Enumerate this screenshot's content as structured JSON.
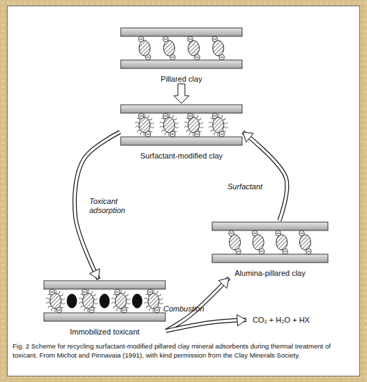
{
  "diagram": {
    "caption": "Fig. 2 Scheme for recycling surfactant-modified pillared clay mineral adsorbents during thermal treatment of toxicant. From Michot and Pinnavaia (1991), with kind permission from the Clay Minerals Society.",
    "nodes": [
      {
        "text": [
          "Pillared clay"
        ]
      },
      {
        "text": [
          "Surfactant-modified clay"
        ]
      },
      {
        "text": [
          "Alumina-pillared clay"
        ]
      },
      {
        "text": [
          "Immobilized toxicant"
        ]
      },
      {
        "text": [
          "CO₂ + H₂O + HX"
        ]
      }
    ],
    "edges": [
      {
        "from": 0,
        "to": 1,
        "arrow": "to"
      },
      {
        "from": 1,
        "to": 3,
        "arrow": "to",
        "label": "Toxicant adsorption"
      },
      {
        "from": 3,
        "to": 2,
        "arrow": "to",
        "label": "Combustion"
      },
      {
        "from": 3,
        "to": 4,
        "arrow": "to"
      },
      {
        "from": 2,
        "to": 1,
        "arrow": "to",
        "label": "Surfactant"
      }
    ]
  }
}
